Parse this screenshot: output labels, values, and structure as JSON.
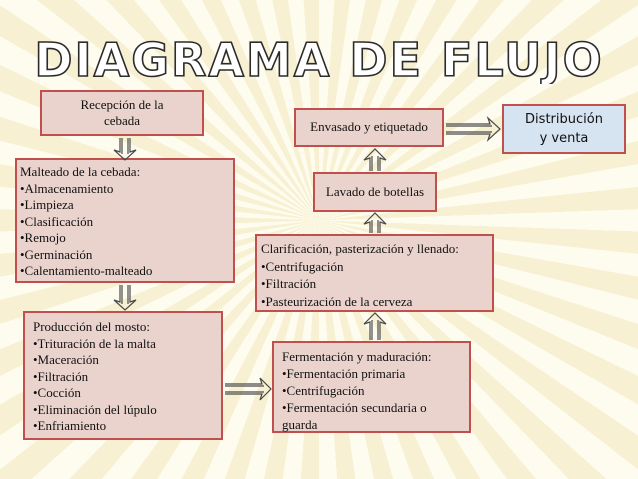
{
  "title": "DIAGRAMA DE FLUJO",
  "nodes": {
    "recepcion": {
      "label": "Recepción de la cebada"
    },
    "malteado": {
      "heading": "Malteado de la cebada:",
      "items": [
        "•Almacenamiento",
        "•Limpieza",
        "•Clasificación",
        "•Remojo",
        "•Germinación",
        "•Calentamiento-malteado"
      ]
    },
    "mosto": {
      "heading": "Producción del mosto:",
      "items": [
        "•Trituración de la malta",
        "•Maceración",
        "•Filtración",
        "•Cocción",
        "•Eliminación del lúpulo",
        "•Enfriamiento"
      ]
    },
    "fermentacion": {
      "heading": "Fermentación y maduración:",
      "items": [
        "•Fermentación primaria",
        "•Centrifugación",
        "•Fermentación secundaria o",
        "guarda"
      ]
    },
    "clarificacion": {
      "heading": "Clarificación, pasterización y llenado:",
      "items": [
        "•Centrifugación",
        "•Filtración",
        "•Pasteurización de la cerveza"
      ]
    },
    "lavado": {
      "label": "Lavado de botellas"
    },
    "envasado": {
      "label": "Envasado y etiquetado"
    },
    "distribucion": {
      "label": "Distribución y venta"
    }
  },
  "colors": {
    "box_fill": "#ead3cd",
    "box_border": "#c0504d",
    "blue_fill": "#d6e3f1",
    "title_fill": "#ffffff",
    "title_stroke": "#2b2b2b",
    "arrow": "#4a4a4a"
  }
}
